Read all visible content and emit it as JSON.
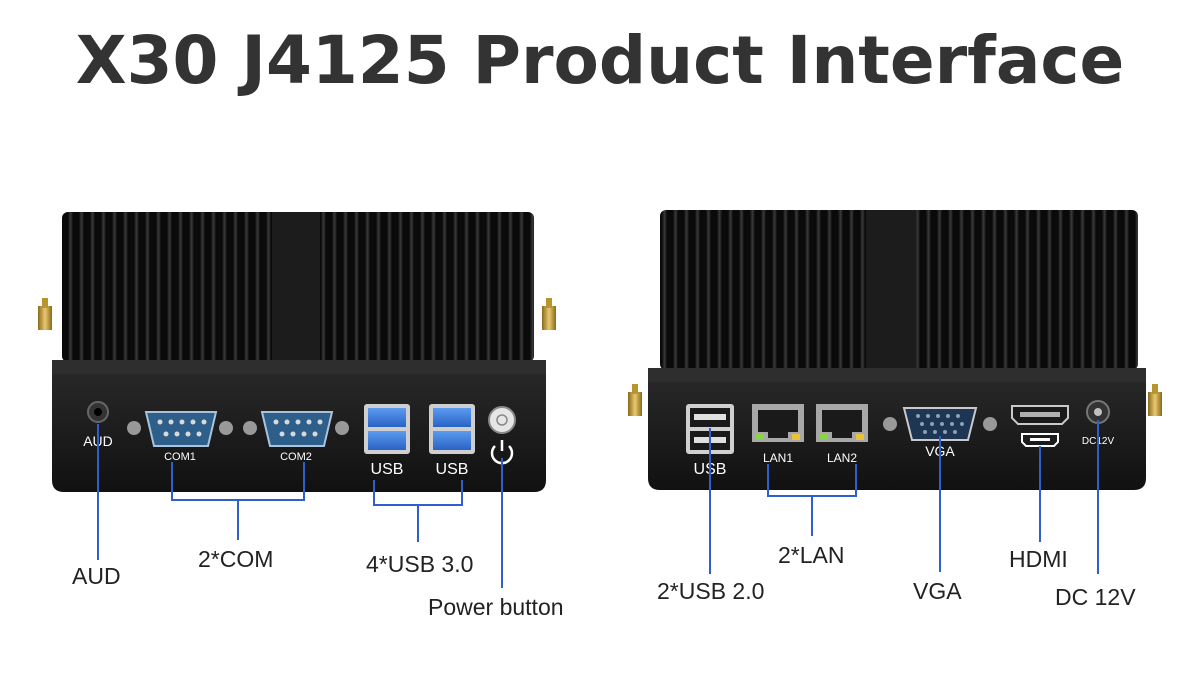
{
  "title": "X30 J4125 Product Interface",
  "colors": {
    "title": "#333333",
    "callout_line": "#2f5fcf",
    "body": "#1a1a1a",
    "port_blue": "#3a78d6"
  },
  "left_device": {
    "port_labels": {
      "aud": "AUD",
      "com1": "COM1",
      "com2": "COM2",
      "usb_a": "USB",
      "usb_b": "USB"
    },
    "callouts": {
      "aud": "AUD",
      "com": "2*COM",
      "usb": "4*USB 3.0",
      "power": "Power button"
    }
  },
  "right_device": {
    "port_labels": {
      "usb": "USB",
      "lan1": "LAN1",
      "lan2": "LAN2",
      "vga": "VGA",
      "dc": "DC12V"
    },
    "callouts": {
      "usb": "2*USB 2.0",
      "lan": "2*LAN",
      "vga": "VGA",
      "hdmi": "HDMI",
      "dc": "DC 12V"
    }
  }
}
